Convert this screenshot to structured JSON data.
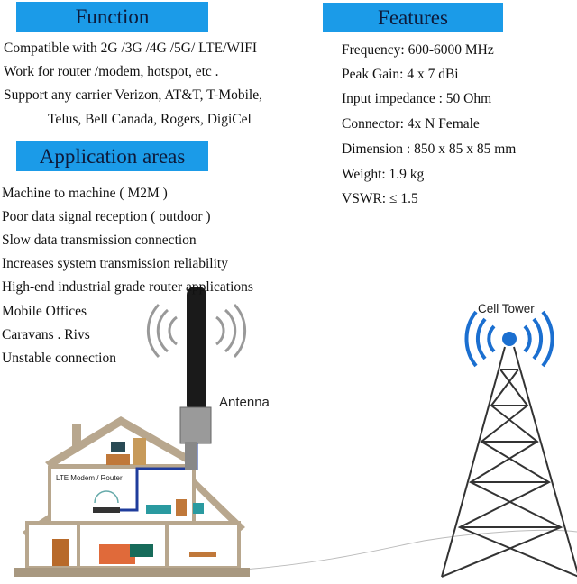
{
  "function": {
    "title": "Function",
    "lines": [
      "Compatible with 2G /3G /4G /5G/ LTE/WIFI",
      "Work for router /modem, hotspot, etc .",
      "Support any carrier Verizon, AT&T, T-Mobile,",
      "Telus, Bell Canada, Rogers, DigiCel"
    ]
  },
  "applications": {
    "title": "Application areas",
    "items": [
      "Machine to machine ( M2M )",
      "Poor data signal reception ( outdoor )",
      "Slow data transmission connection",
      "Increases system transmission reliability",
      "High-end industrial grade router applications",
      "Mobile Offices",
      "Caravans . Rivs",
      "Unstable connection"
    ]
  },
  "features": {
    "title": "Features",
    "items": [
      "Frequency: 600-6000 MHz",
      "Peak Gain: 4 x 7 dBi",
      "Input impedance : 50 Ohm",
      "Connector: 4x N Female",
      "Dimension : 850 x 85 x 85 mm",
      "Weight: 1.9 kg",
      "VSWR: ≤ 1.5"
    ]
  },
  "illustration": {
    "antenna_label": "Antenna",
    "cell_tower_label": "Cell Tower",
    "router_label": "LTE Modem  /  Router",
    "accent_color": "#1b9be8",
    "cable_color": "#1f3c9c"
  }
}
